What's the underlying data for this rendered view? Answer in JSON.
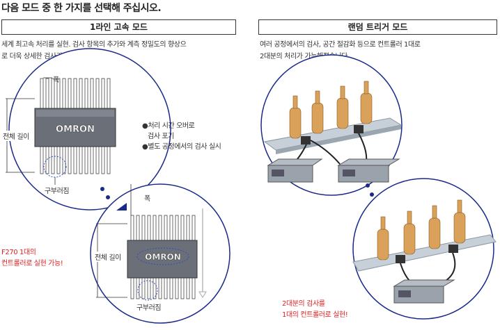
{
  "page_title": "다음 모드 중 한 가지를 선택해 주십시오.",
  "left_panel": {
    "header": "1라인 고속 모드",
    "description_line1": "세계 최고속 처리를 실현. 검사 항목의 추가와 계측 정밀도의 향상으",
    "description_line2": "로 더욱 상세한 검사가 가능해졌습니다.",
    "label_width": "폭",
    "label_total_length": "전체 길이",
    "chip_logo": "OMRON",
    "label_bent": "구부러짐",
    "bullet1_line1": "●처리 시간 오버로",
    "bullet1_line2": "검사 포기",
    "bullet2": "●별도 공정에서의 검사 실시",
    "label_width_2": "폭",
    "label_total_length_2": "전체 길이",
    "chip_logo_2": "OMRON",
    "label_bent_2": "구부러짐",
    "note_line1": "F270 1대의",
    "note_line2": "컨트롤러로 실현 가능!"
  },
  "right_panel": {
    "header": "랜덤 트리거 모드",
    "description_line1": "여러 공정에서의 검사, 공간 절감화 등으로 컨트롤러 1대로",
    "description_line2": "2대분의 처리가 가능해졌습니다.",
    "note_line1": "2대분의 검사를",
    "note_line2": "1대의 컨트롤러로 실현!"
  },
  "colors": {
    "accent_red": "#dd2222",
    "circle_border": "#1a2a8a",
    "chip_body": "#6a6f78",
    "bottle": "#d9a15a"
  }
}
